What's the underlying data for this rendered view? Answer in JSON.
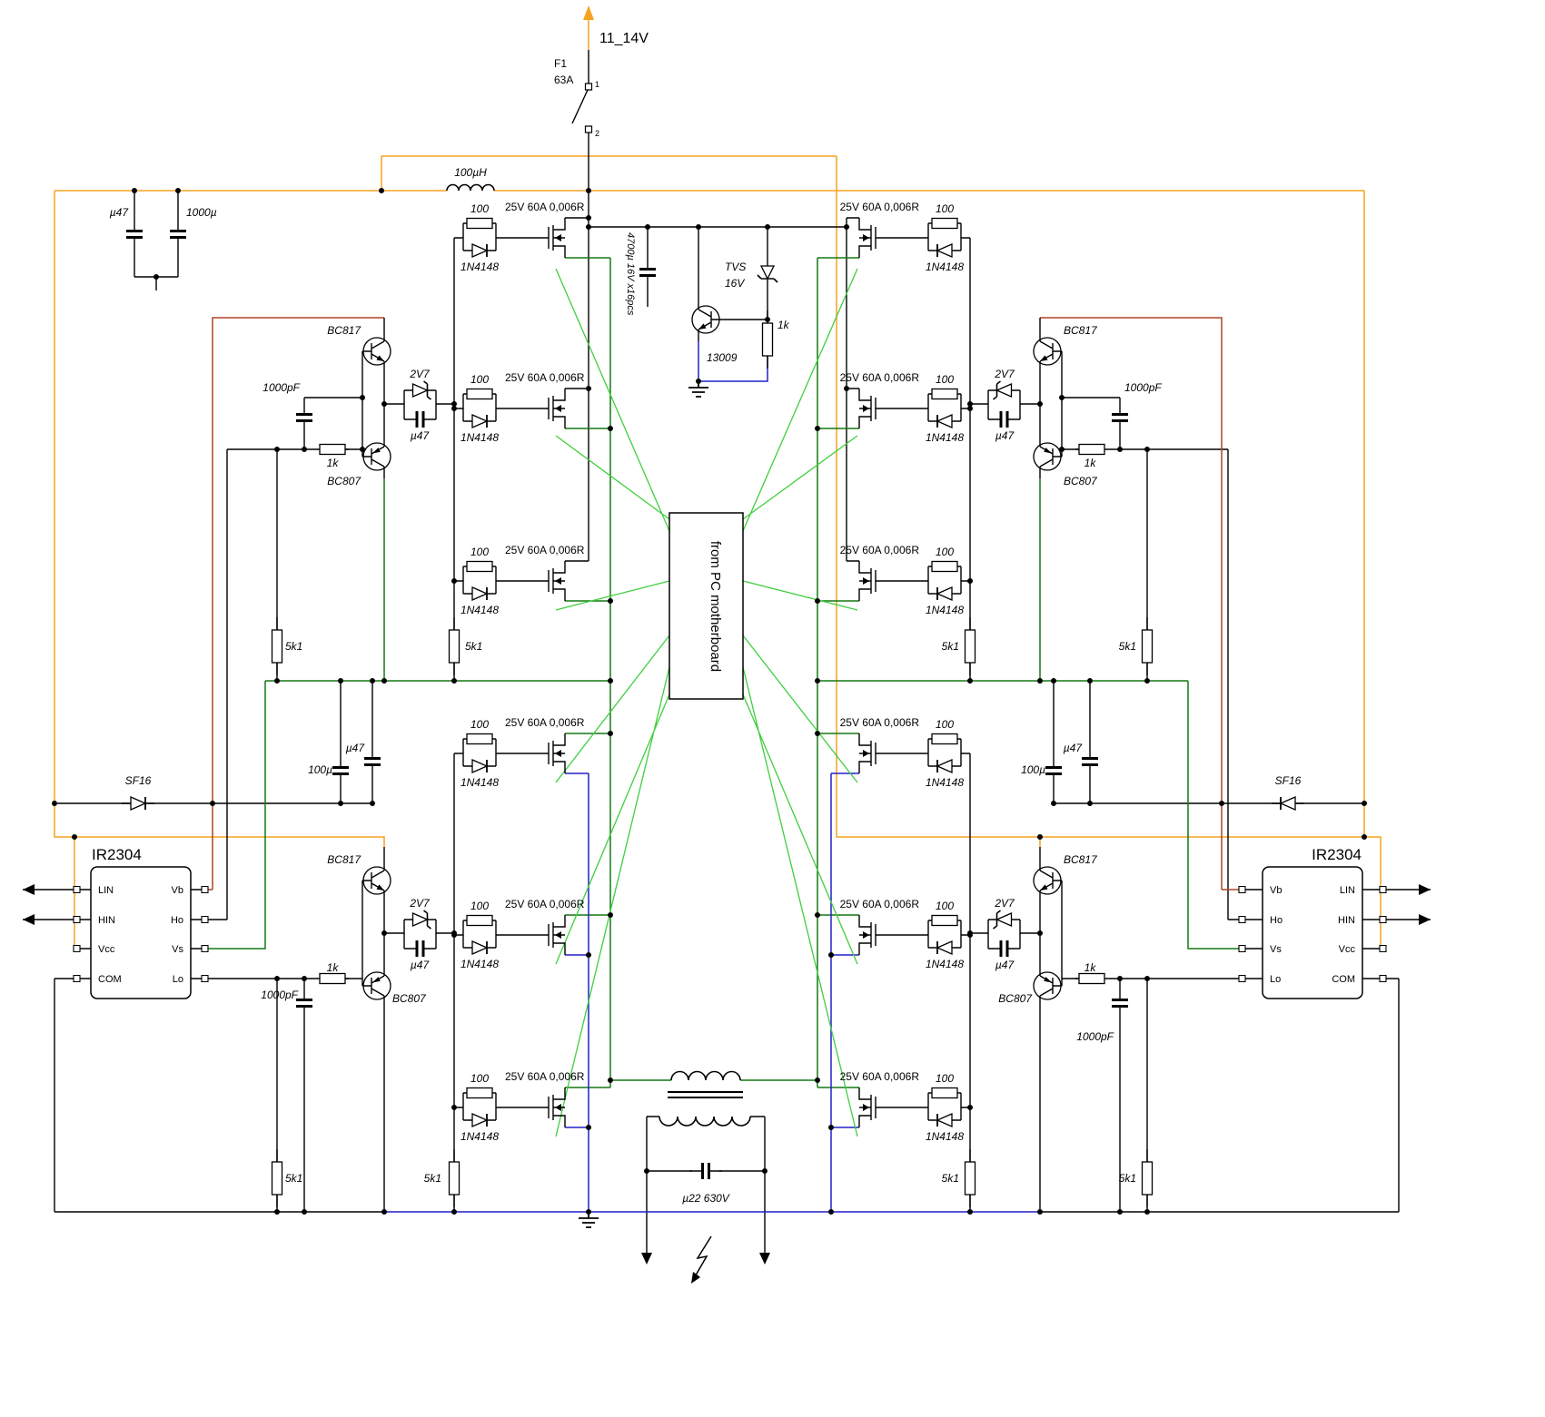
{
  "net": {
    "label": "11_14V"
  },
  "fuse": {
    "name": "F1",
    "rating": "63A",
    "pin1": "1",
    "pin2": "2"
  },
  "filter": {
    "inductor": "100µH",
    "cap1": "µ47",
    "cap2": "1000µ"
  },
  "bulk_cap_label": "4700µ 16V x16pcs",
  "clamp": {
    "tvs": "TVS",
    "tvs_value": "16V",
    "transistor": "13009",
    "resistor": "1k"
  },
  "cell": {
    "fet": "25V 60A 0,006R",
    "res": "100",
    "diode": "1N4148"
  },
  "driver": {
    "npn": "BC817",
    "pnp": "BC807",
    "zener": "2V7",
    "cap": "µ47",
    "res": "1k",
    "cap2": "1000pF"
  },
  "pulldown": "5k1",
  "boot": {
    "diode": "SF16",
    "cap1": "100µ",
    "cap2": "µ47"
  },
  "ic": {
    "name": "IR2304",
    "left_pins": [
      "LIN",
      "HIN",
      "Vcc",
      "COM"
    ],
    "right_pins": [
      "Vb",
      "Ho",
      "Vs",
      "Lo"
    ]
  },
  "center": {
    "label": "from PC motherboard"
  },
  "out": {
    "cap": "µ22 630V"
  },
  "colors": {
    "orange": "#f5a220",
    "dark_green": "#147814",
    "bright_green": "#3ecf3e",
    "blue": "#2020c8",
    "brown": "#b04326"
  }
}
